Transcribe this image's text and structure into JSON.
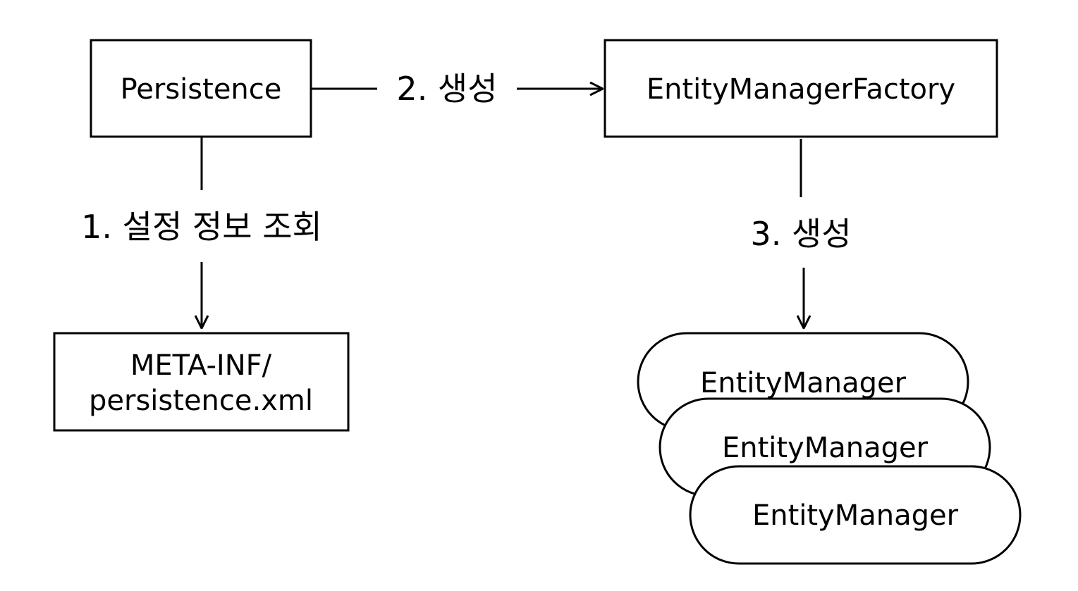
{
  "nodes": {
    "persistence": {
      "label": "Persistence"
    },
    "emf": {
      "label": "EntityManagerFactory"
    },
    "config": {
      "line1": "META-INF/",
      "line2": "persistence.xml"
    },
    "entity_managers": [
      "EntityManager",
      "EntityManager",
      "EntityManager"
    ]
  },
  "edges": {
    "step1": "1. 설정 정보 조회",
    "step2": "2. 생성",
    "step3": "3. 생성"
  },
  "colors": {
    "stroke": "#000000",
    "background": "#ffffff"
  }
}
